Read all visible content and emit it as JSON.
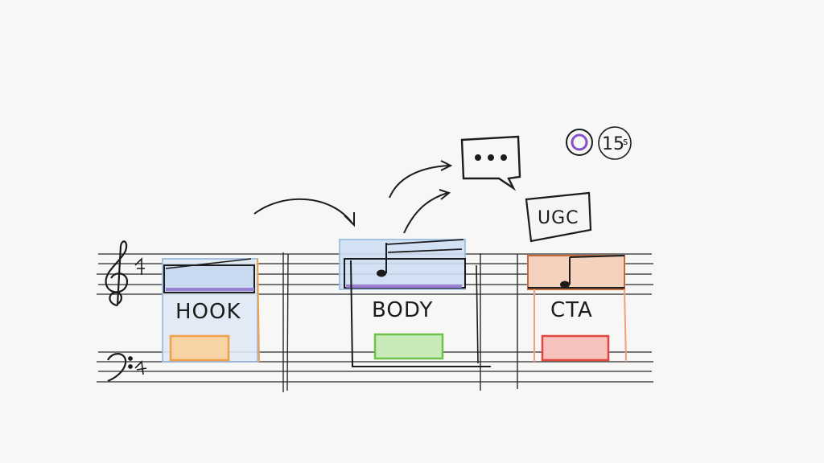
{
  "sections": [
    {
      "id": "hook",
      "label": "HOOK",
      "color": "#f0a04b",
      "accent": "#9b7fd4",
      "fill": "#a9c8ec"
    },
    {
      "id": "body",
      "label": "BODY",
      "color": "#6cc24a",
      "accent": "#9b7fd4",
      "fill": "#a9c8ec"
    },
    {
      "id": "cta",
      "label": "CTA",
      "color": "#e0463c",
      "accent": "#c46a3c",
      "fill": "#f2b48c"
    }
  ],
  "callouts": {
    "ugc_label": "UGC",
    "timer_text": "15",
    "timer_unit": "s",
    "timer_sub": "S",
    "speech_dots": "•••"
  },
  "icons": [
    "treble-clef-icon",
    "bass-clef-icon",
    "music-note-icon",
    "speech-bubble-icon",
    "timer-icon",
    "arrow-icon"
  ],
  "colors": {
    "ink": "#1c1c1c",
    "paper": "#f7f7f5",
    "timer_ring": "#8a4fc9"
  }
}
